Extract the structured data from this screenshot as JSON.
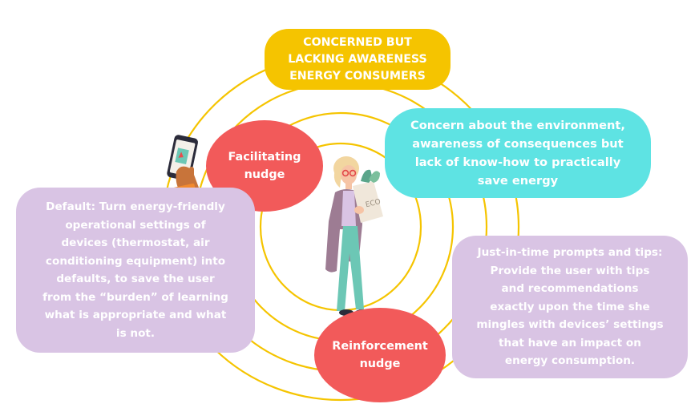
{
  "title": {
    "lines": [
      "CONCERNED BUT",
      "LACKING AWARENESS",
      "ENERGY CONSUMERS"
    ]
  },
  "concern": {
    "lines": [
      "Concern about the environment,",
      "awareness of consequences but",
      "lack of know-how to practically",
      "save energy"
    ]
  },
  "facilitating_nudge": {
    "lines": [
      "Facilitating",
      "nudge"
    ]
  },
  "reinforcement_nudge": {
    "lines": [
      "Reinforcement",
      "nudge"
    ]
  },
  "default_text": {
    "lines": [
      "Default: Turn energy-friendly",
      "operational settings of",
      "devices (thermostat, air",
      "conditioning equipment) into",
      "defaults, to save the user",
      "from the “burden” of learning",
      "what is appropriate and what",
      "is not."
    ]
  },
  "jit_text": {
    "lines": [
      "Just-in-time prompts and tips:",
      "Provide the user with tips",
      "and recommendations",
      "exactly upon the time she",
      "mingles with devices’ settings",
      "that have an impact on",
      "energy consumption."
    ]
  },
  "bag_label": "ECO",
  "icons": {
    "person": "woman-with-eco-bag-icon",
    "phone": "smartphone-hand-icon"
  },
  "colors": {
    "rings": "#f5c400",
    "title_bg": "#f5c400",
    "concern_bg": "#5ee3e3",
    "lavender_bg": "#d9c4e4",
    "nudge_bg": "#f25a5a",
    "text": "#ffffff"
  }
}
